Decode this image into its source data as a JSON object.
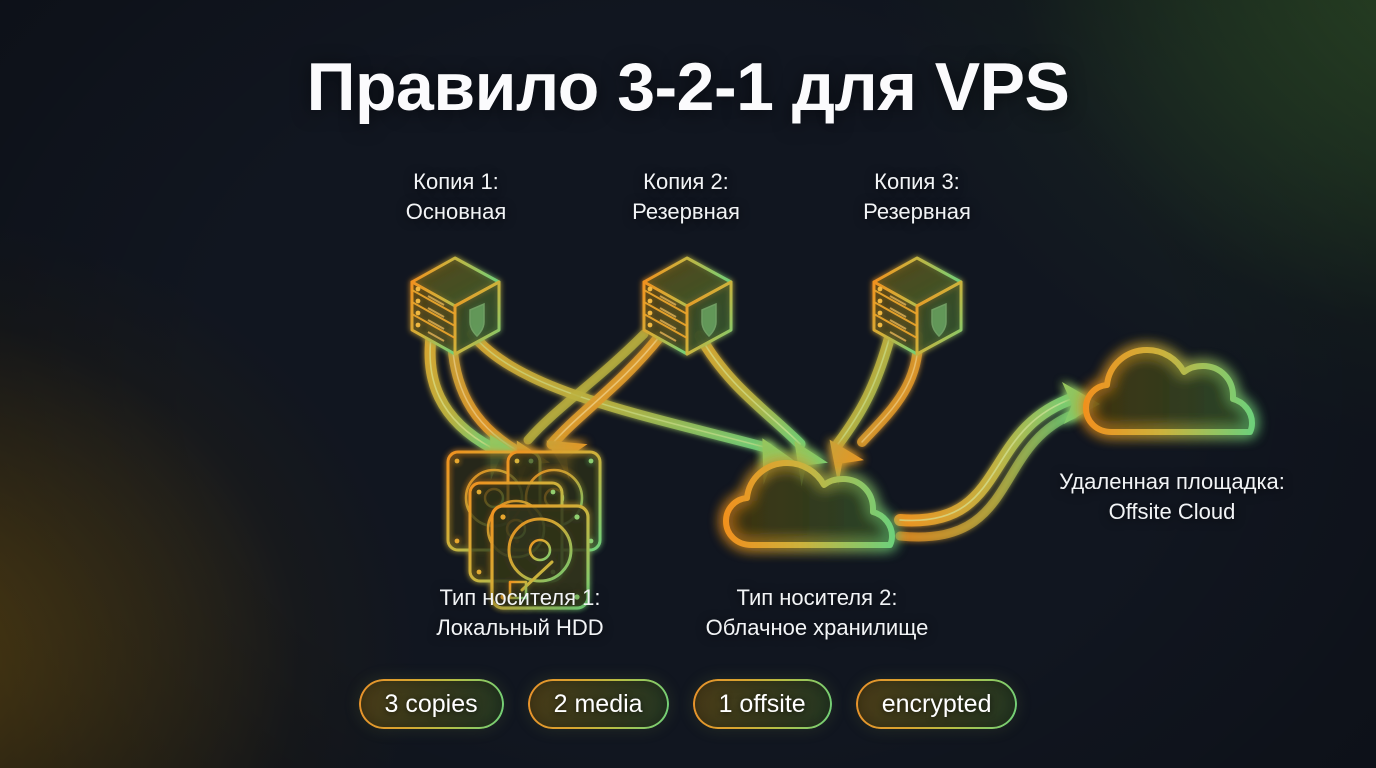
{
  "page": {
    "title": "Правило 3-2-1 для VPS",
    "background": {
      "base_color": "#111620",
      "green_glow": "#3a6030",
      "amber_glow": "#684e14"
    },
    "palette": {
      "orange": "#f0911f",
      "green": "#6ed07a",
      "gold": "#d8a52f",
      "text": "#f2f4f6"
    }
  },
  "nodes": {
    "copies": [
      {
        "name": "server-copy-1",
        "icon": "server-icon",
        "label": "Копия 1:\nОсновная"
      },
      {
        "name": "server-copy-2",
        "icon": "server-icon",
        "label": "Копия 2:\nРезервная"
      },
      {
        "name": "server-copy-3",
        "icon": "server-icon",
        "label": "Копия 3:\nРезервная"
      }
    ],
    "media": [
      {
        "name": "hdd-stack",
        "icon": "hard-drive-icon",
        "label": "Тип носителя 1:\nЛокальный HDD"
      },
      {
        "name": "cloud-storage",
        "icon": "cloud-icon",
        "label": "Тип носителя 2:\nОблачное хранилище"
      }
    ],
    "offsite": {
      "name": "offsite-cloud",
      "icon": "cloud-icon",
      "label": "Удаленная площадка:\nOffsite Cloud"
    }
  },
  "badges": [
    {
      "name": "badge-copies",
      "label": "3 copies"
    },
    {
      "name": "badge-media",
      "label": "2 media"
    },
    {
      "name": "badge-offsite",
      "label": "1 offsite"
    },
    {
      "name": "badge-encrypted",
      "label": "encrypted"
    }
  ]
}
